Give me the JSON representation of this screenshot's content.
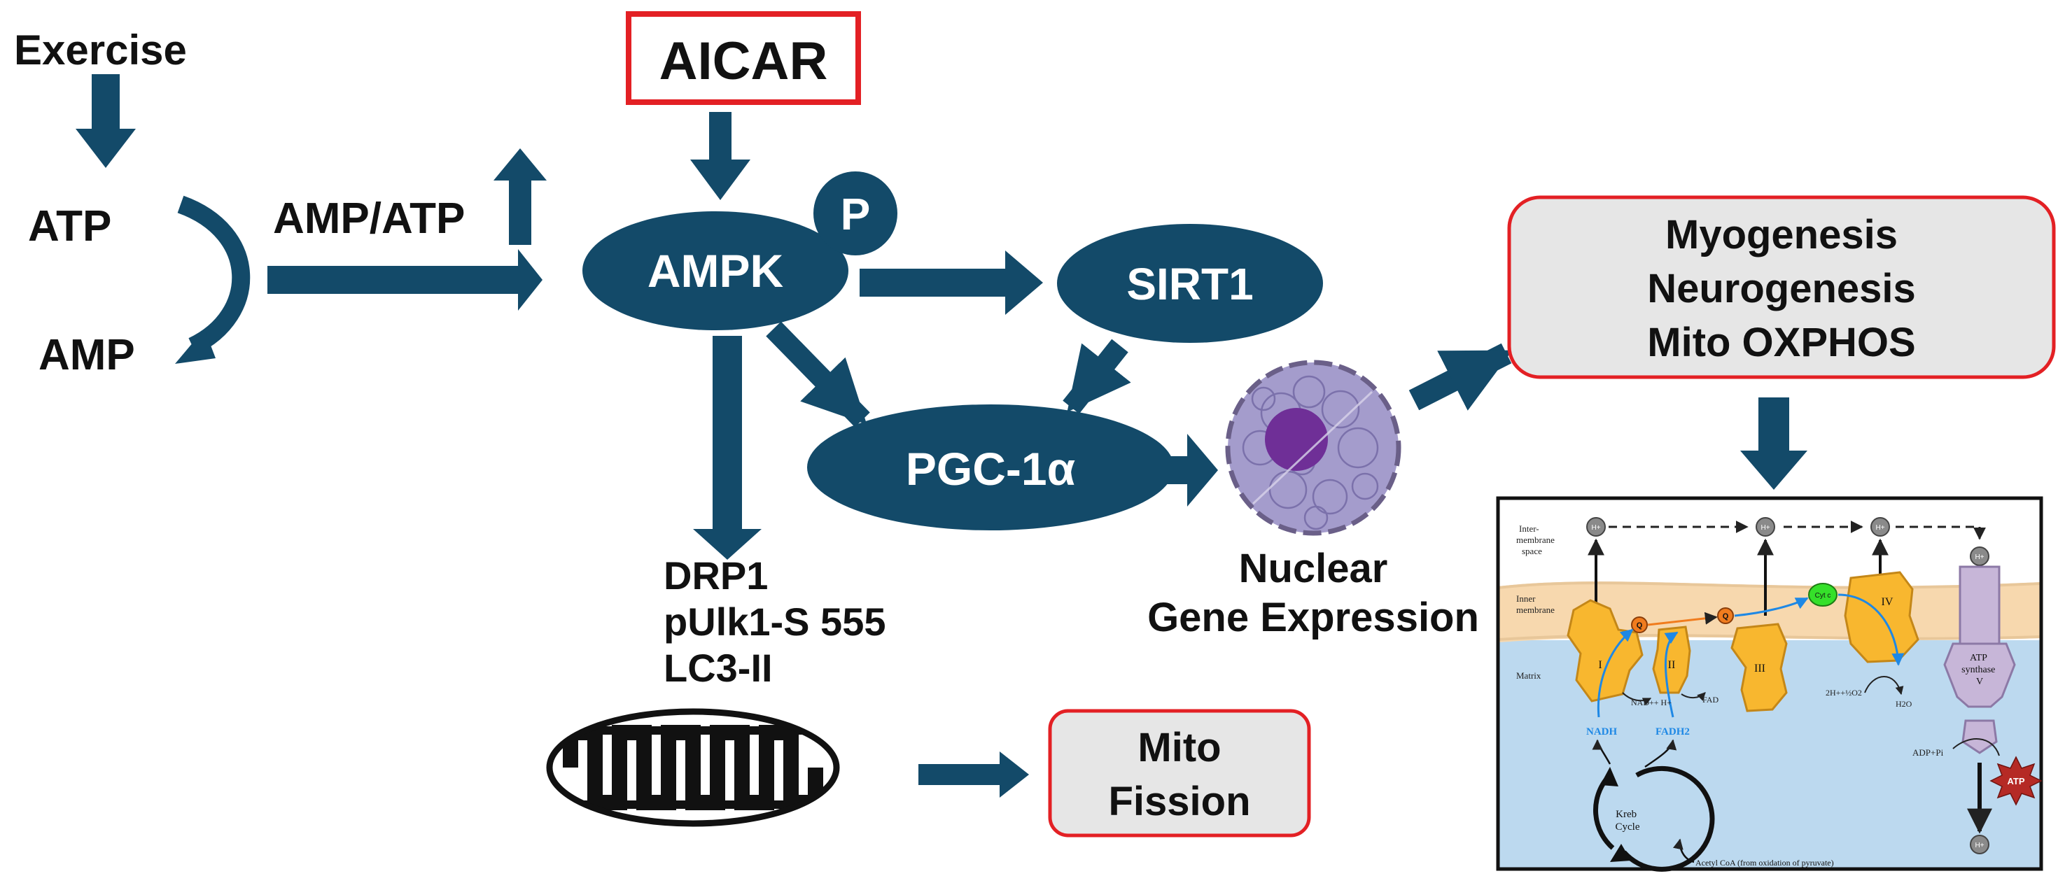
{
  "colors": {
    "navy": "#134a69",
    "red_border": "#e32024",
    "panel_fill": "#e6e6e6",
    "nucleus": "#a49ccc",
    "nucleolus": "#6f2f97",
    "complex_orange": "#f8b72f",
    "matrix_blue": "#bcd9ef",
    "ims_peach": "#f7d8ae",
    "atp_synthase": "#c7b6d8",
    "cyt_c_green": "#35e02a",
    "atp_star_red": "#b52a25",
    "h_ball_gray": "#8a8a8a",
    "label_blue": "#1e88e5"
  },
  "upstream": {
    "exercise": "Exercise",
    "atp": "ATP",
    "amp": "AMP",
    "amp_atp_ratio": "AMP/ATP"
  },
  "aicar_label": "AICAR",
  "nodes": {
    "ampk": "AMPK",
    "phospho": "P",
    "sirt1": "SIRT1",
    "pgc1a": "PGC-1α"
  },
  "nucleus_caption": [
    "Nuclear",
    "Gene Expression"
  ],
  "fission_markers": [
    "DRP1",
    "pUlk1-S 555",
    "LC3-II"
  ],
  "outcomes": [
    "Myogenesis",
    "Neurogenesis",
    "Mito OXPHOS"
  ],
  "fission_outcome": [
    "Mito",
    "Fission"
  ],
  "etc_inset": {
    "region_labels": {
      "inter_membrane_space": [
        "Inter-",
        "membrane",
        "space"
      ],
      "inner_membrane": [
        "Inner",
        "membrane"
      ],
      "matrix": "Matrix"
    },
    "complexes": [
      "I",
      "II",
      "III",
      "IV"
    ],
    "atp_synthase": [
      "ATP",
      "synthase",
      "V"
    ],
    "proton": "H+",
    "coenzyme_q": "Q",
    "cytochrome_c": "Cyt c",
    "nadh": "NADH",
    "nad_plus": "NAD++ H+",
    "fadh2": "FADH2",
    "fad": "FAD",
    "oxygen": "2H++½O2",
    "water": "H2O",
    "adp": "ADP+Pi",
    "atp": "ATP",
    "kreb_cycle": [
      "Kreb",
      "Cycle"
    ],
    "acetyl_coa": "Acetyl CoA (from oxidation of pyruvate)"
  }
}
